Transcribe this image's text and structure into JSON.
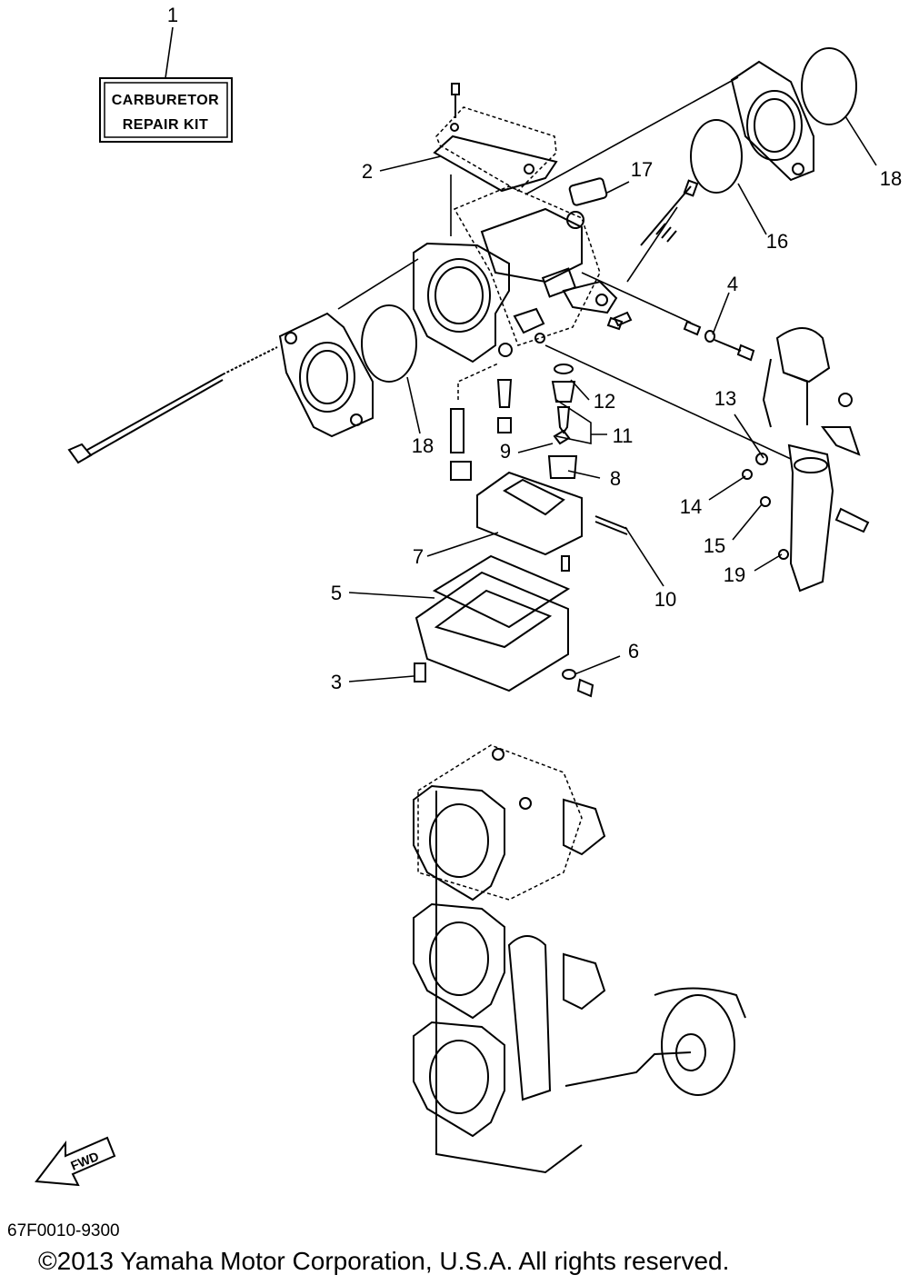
{
  "kit_label": {
    "line1": "CARBURETOR",
    "line2": "REPAIR KIT"
  },
  "callouts": [
    "1",
    "2",
    "3",
    "4",
    "5",
    "6",
    "7",
    "8",
    "9",
    "10",
    "11",
    "12",
    "13",
    "14",
    "15",
    "16",
    "17",
    "18",
    "18",
    "19"
  ],
  "fwd_label": "FWD",
  "diagram_code": "67F0010-9300",
  "copyright": "©2013 Yamaha Motor Corporation, U.S.A. All rights reserved."
}
